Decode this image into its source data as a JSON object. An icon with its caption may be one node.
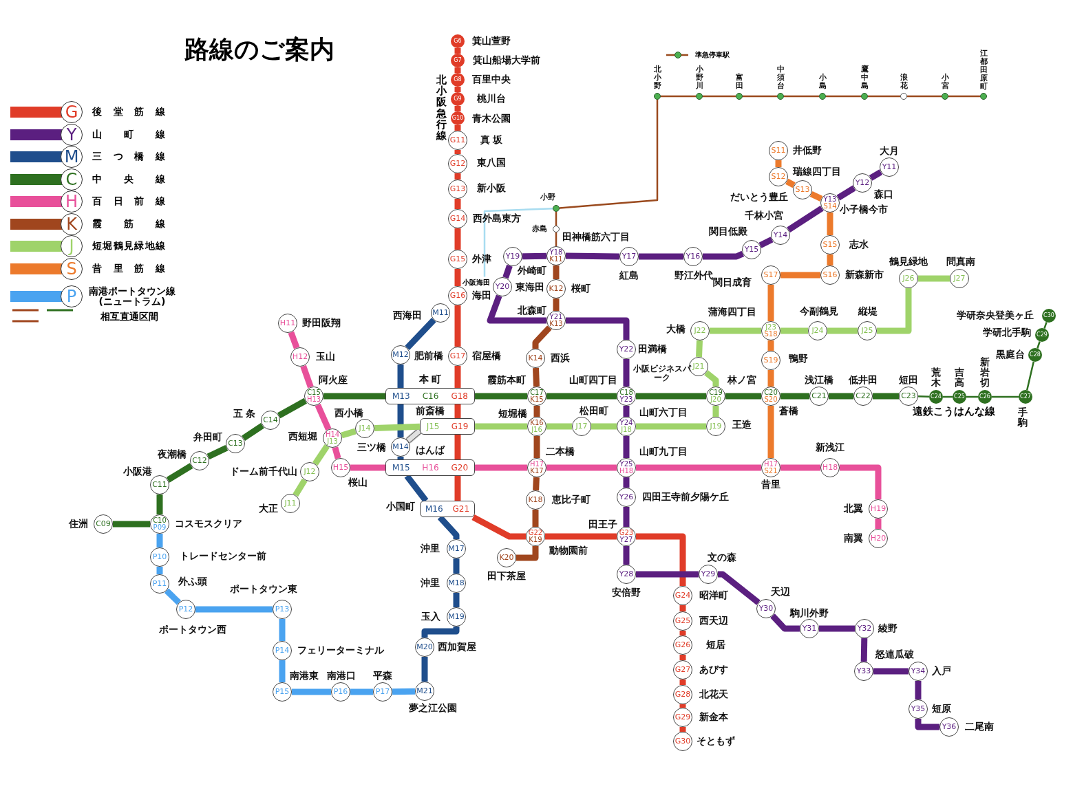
{
  "diagram": {
    "title": "路線のご案内",
    "nodes": [
      {
        "text": [
          "G6"
        ],
        "beside": [
          "箕山萱野"
        ]
      },
      {
        "text": [
          "G7"
        ],
        "beside": [
          "箕山船場大学前"
        ]
      },
      {
        "text": [
          "G8"
        ],
        "beside": [
          "百里中央"
        ]
      },
      {
        "text": [
          "G9"
        ],
        "beside": [
          "桃川台"
        ]
      },
      {
        "text": [
          "G10"
        ],
        "beside": [
          "青木公園"
        ]
      },
      {
        "text": [
          "G11"
        ],
        "beside": [
          "真 坂"
        ]
      },
      {
        "text": [
          "G12"
        ],
        "beside": [
          "東八国"
        ]
      },
      {
        "text": [
          "G13"
        ],
        "beside": [
          "新小阪"
        ]
      },
      {
        "text": [
          "G14"
        ],
        "beside": [
          "西外島東方"
        ]
      },
      {
        "text": [
          "G15"
        ],
        "beside": [
          "外津"
        ]
      },
      {
        "text": [
          "G16"
        ],
        "beside": [
          "海田"
        ]
      },
      {
        "text": [
          "G17"
        ],
        "beside": [
          "宿屋橋"
        ]
      },
      {
        "text": [
          "M13",
          "C16",
          "G18"
        ],
        "beside": [
          "本 町"
        ]
      },
      {
        "text": [
          "J15",
          "G19"
        ],
        "beside": [
          "前斎橋"
        ]
      },
      {
        "text": [
          "M15",
          "H16",
          "G20"
        ],
        "beside": [
          "はんば"
        ]
      },
      {
        "text": [
          "M16",
          "G21"
        ],
        "beside": [
          "小国町"
        ]
      },
      {
        "text": [
          "G22",
          "K19"
        ],
        "beside": [
          "動物園前"
        ]
      },
      {
        "text": [
          "G23",
          "Y27"
        ],
        "beside": [
          "田王子"
        ]
      },
      {
        "text": [
          "G24"
        ],
        "beside": [
          "昭洋町"
        ]
      },
      {
        "text": [
          "G25"
        ],
        "beside": [
          "西天辺"
        ]
      },
      {
        "text": [
          "G26"
        ],
        "beside": [
          "短居"
        ]
      },
      {
        "text": [
          "G27"
        ],
        "beside": [
          "あびす"
        ]
      },
      {
        "text": [
          "G28"
        ],
        "beside": [
          "北花天"
        ]
      },
      {
        "text": [
          "G29"
        ],
        "beside": [
          "新金本"
        ]
      },
      {
        "text": [
          "G30"
        ],
        "beside": [
          "そともず"
        ]
      },
      {
        "text": [
          "Y11"
        ],
        "beside": [
          "大月"
        ]
      },
      {
        "text": [
          "Y12"
        ],
        "beside": [
          "森口"
        ]
      },
      {
        "text": [
          "Y13",
          "S14"
        ],
        "beside": [
          "小子橋今市"
        ]
      },
      {
        "text": [
          "Y14"
        ],
        "beside": [
          "千林小宮"
        ]
      },
      {
        "text": [
          "Y15"
        ],
        "beside": [
          "関目低殿"
        ]
      },
      {
        "text": [
          "Y16"
        ],
        "beside": [
          "野江外代"
        ]
      },
      {
        "text": [
          "Y17"
        ],
        "beside": [
          "紅島"
        ]
      },
      {
        "text": [
          "Y18",
          "K11"
        ],
        "beside": [
          "田神橋筋六丁目"
        ]
      },
      {
        "text": [
          "Y19"
        ],
        "beside": [
          "外崎町"
        ]
      },
      {
        "text": [
          "Y20"
        ],
        "beside": [
          "東海田"
        ]
      },
      {
        "text": [
          "Y21",
          "K13"
        ],
        "beside": [
          "北森町"
        ]
      },
      {
        "text": [
          "Y22"
        ],
        "beside": [
          "田満橋"
        ]
      },
      {
        "text": [
          "C18",
          "Y23"
        ],
        "beside": [
          "山町四丁目"
        ]
      },
      {
        "text": [
          "Y24",
          "J18"
        ],
        "beside": [
          "山町六丁目"
        ]
      },
      {
        "text": [
          "Y25",
          "H18"
        ],
        "beside": [
          "山町九丁目"
        ]
      },
      {
        "text": [
          "Y26"
        ],
        "beside": [
          "四田王寺前夕陽ケ丘"
        ]
      },
      {
        "text": [
          "Y28"
        ],
        "beside": [
          "安倍野"
        ]
      },
      {
        "text": [
          "Y29"
        ],
        "beside": [
          "文の森"
        ]
      },
      {
        "text": [
          "Y30"
        ],
        "beside": [
          "天辺"
        ]
      },
      {
        "text": [
          "Y31"
        ],
        "beside": [
          "駒川外野"
        ]
      },
      {
        "text": [
          "Y32"
        ],
        "beside": [
          "綾野"
        ]
      },
      {
        "text": [
          "Y33"
        ],
        "beside": [
          "怒連瓜破"
        ]
      },
      {
        "text": [
          "Y34"
        ],
        "beside": [
          "入戸"
        ]
      },
      {
        "text": [
          "Y35"
        ],
        "beside": [
          "短原"
        ]
      },
      {
        "text": [
          "Y36"
        ],
        "beside": [
          "二尾南"
        ]
      },
      {
        "text": [
          "M11"
        ],
        "beside": [
          "西海田"
        ]
      },
      {
        "text": [
          "M12"
        ],
        "beside": [
          "肥前橋"
        ]
      },
      {
        "text": [
          "M14"
        ],
        "beside": [
          "三ツ橋"
        ]
      },
      {
        "text": [
          "M17"
        ],
        "beside": [
          "沖里"
        ]
      },
      {
        "text": [
          "M18"
        ],
        "beside": [
          "沖里"
        ]
      },
      {
        "text": [
          "M19"
        ],
        "beside": [
          "玉入"
        ]
      },
      {
        "text": [
          "M20"
        ],
        "beside": [
          "西加賀屋"
        ]
      },
      {
        "text": [
          "M21"
        ],
        "beside": [
          "夢之江公園"
        ]
      },
      {
        "text": [
          "C09"
        ],
        "beside": [
          "住洲"
        ]
      },
      {
        "text": [
          "C10",
          "P09"
        ],
        "beside": [
          "コスモスクリア"
        ]
      },
      {
        "text": [
          "C11"
        ],
        "beside": [
          "小阪港"
        ]
      },
      {
        "text": [
          "C12"
        ],
        "beside": [
          "夜潮橋"
        ]
      },
      {
        "text": [
          "C13"
        ],
        "beside": [
          "弁田町"
        ]
      },
      {
        "text": [
          "C14"
        ],
        "beside": [
          "五 条"
        ]
      },
      {
        "text": [
          "C15",
          "H13"
        ],
        "beside": [
          "阿火座"
        ]
      },
      {
        "text": [
          "C17",
          "K15"
        ],
        "beside": [
          "霞筋本町"
        ]
      },
      {
        "text": [
          "C19",
          "J20"
        ],
        "beside": [
          "林ノ宮"
        ]
      },
      {
        "text": [
          "C20",
          "S20"
        ],
        "beside": [
          "蒼橋"
        ]
      },
      {
        "text": [
          "C21"
        ],
        "beside": [
          "浅江橋"
        ]
      },
      {
        "text": [
          "C22"
        ],
        "beside": [
          "低井田"
        ]
      },
      {
        "text": [
          "C23"
        ],
        "beside": [
          "短田"
        ]
      },
      {
        "text": [
          "C24"
        ],
        "beside": [
          "荒木"
        ]
      },
      {
        "text": [
          "C25"
        ],
        "beside": [
          "吉高"
        ]
      },
      {
        "text": [
          "C26"
        ],
        "beside": [
          "新岩切"
        ]
      },
      {
        "text": [
          "C27"
        ],
        "beside": [
          "手駒"
        ]
      },
      {
        "text": [
          "C28"
        ],
        "beside": [
          "黒庭台"
        ]
      },
      {
        "text": [
          "C29"
        ],
        "beside": [
          "学研北手駒"
        ]
      },
      {
        "text": [
          "C30"
        ],
        "beside": [
          "学研奈央登美ヶ丘"
        ]
      },
      {
        "text": [
          "H11"
        ],
        "beside": [
          "野田阪翔"
        ]
      },
      {
        "text": [
          "H12"
        ],
        "beside": [
          "玉山"
        ]
      },
      {
        "text": [
          "H14",
          "J13"
        ],
        "beside": [
          "西短堀"
        ]
      },
      {
        "text": [
          "H15"
        ],
        "beside": [
          "桜山"
        ]
      },
      {
        "text": [
          "H17",
          "K17"
        ],
        "beside": [
          "二本橋"
        ]
      },
      {
        "text": [
          "H17",
          "S21"
        ],
        "beside": [
          "昔里"
        ]
      },
      {
        "text": [
          "H18"
        ],
        "beside": [
          "新浅江"
        ]
      },
      {
        "text": [
          "H19"
        ],
        "beside": [
          "北翼"
        ]
      },
      {
        "text": [
          "H20"
        ],
        "beside": [
          "南翼"
        ]
      },
      {
        "text": [
          "K12"
        ],
        "beside": [
          "桜町"
        ]
      },
      {
        "text": [
          "K14"
        ],
        "beside": [
          "西浜"
        ]
      },
      {
        "text": [
          "K16",
          "J16"
        ],
        "beside": [
          "短堀橋"
        ]
      },
      {
        "text": [
          "K18"
        ],
        "beside": [
          "恵比子町"
        ]
      },
      {
        "text": [
          "K20"
        ],
        "beside": [
          "田下茶屋"
        ]
      },
      {
        "text": [
          "J11"
        ],
        "beside": [
          "大正"
        ]
      },
      {
        "text": [
          "J12"
        ],
        "beside": [
          "ドーム前千代山"
        ]
      },
      {
        "text": [
          "J14"
        ],
        "beside": [
          "西小橋"
        ]
      },
      {
        "text": [
          "J17"
        ],
        "beside": [
          "松田町"
        ]
      },
      {
        "text": [
          "J19"
        ],
        "beside": [
          "王造"
        ]
      },
      {
        "text": [
          "J21"
        ],
        "beside": [
          "小阪ビジネスパーク"
        ]
      },
      {
        "text": [
          "J22"
        ],
        "beside": [
          "大橋"
        ]
      },
      {
        "text": [
          "J23",
          "S18"
        ],
        "beside": [
          "蒲海四丁目"
        ]
      },
      {
        "text": [
          "J24"
        ],
        "beside": [
          "今副鶴見"
        ]
      },
      {
        "text": [
          "J25"
        ],
        "beside": [
          "縦堤"
        ]
      },
      {
        "text": [
          "J26"
        ],
        "beside": [
          "鶴見緑地"
        ]
      },
      {
        "text": [
          "J27"
        ],
        "beside": [
          "問真南"
        ]
      },
      {
        "text": [
          "S11"
        ],
        "beside": [
          "井低野"
        ]
      },
      {
        "text": [
          "S12"
        ],
        "beside": [
          "瑞線四丁目"
        ]
      },
      {
        "text": [
          "S13"
        ],
        "beside": [
          "だいとう豊丘"
        ]
      },
      {
        "text": [
          "S15"
        ],
        "beside": [
          "志水"
        ]
      },
      {
        "text": [
          "S16"
        ],
        "beside": [
          "新森新市"
        ]
      },
      {
        "text": [
          "S17"
        ],
        "beside": [
          "関日成育"
        ]
      },
      {
        "text": [
          "S19"
        ],
        "beside": [
          "鴨野"
        ]
      },
      {
        "text": [
          "P10"
        ],
        "beside": [
          "トレードセンター前"
        ]
      },
      {
        "text": [
          "P11"
        ],
        "beside": [
          "外ふ頭"
        ]
      },
      {
        "text": [
          "P12"
        ],
        "beside": [
          "ポートタウン西"
        ]
      },
      {
        "text": [
          "P13"
        ],
        "beside": [
          "ポートタウン東"
        ]
      },
      {
        "text": [
          "P14"
        ],
        "beside": [
          "フェリーターミナル"
        ]
      },
      {
        "text": [
          "P15"
        ],
        "beside": [
          "南港東"
        ]
      },
      {
        "text": [
          "P16"
        ],
        "beside": [
          "南港口"
        ]
      },
      {
        "text": [
          "P17"
        ],
        "beside": [
          "平森"
        ]
      },
      {
        "text": [],
        "shape": "circle",
        "beside": [
          "赤島"
        ]
      },
      {
        "text": [],
        "shape": "circle",
        "beside": [
          "小野"
        ]
      },
      {
        "text": [],
        "shape": "circle",
        "beside": [
          "北小野"
        ]
      },
      {
        "text": [],
        "shape": "circle",
        "beside": [
          "小野川"
        ]
      },
      {
        "text": [],
        "shape": "circle",
        "beside": [
          "富田"
        ]
      },
      {
        "text": [],
        "shape": "circle",
        "beside": [
          "中須台"
        ]
      },
      {
        "text": [],
        "shape": "circle",
        "beside": [
          "小島"
        ]
      },
      {
        "text": [],
        "shape": "circle",
        "beside": [
          "鷹中島"
        ]
      },
      {
        "text": [],
        "shape": "circle",
        "beside": [
          "浪花"
        ]
      },
      {
        "text": [],
        "shape": "circle",
        "beside": [
          "小宮"
        ]
      },
      {
        "text": [],
        "shape": "circle",
        "beside": [
          "江都田原町"
        ]
      },
      {
        "text": [
          "小阪海田"
        ]
      }
    ],
    "edges": [
      {
        "from": 0,
        "to": 1,
        "arrow": "none",
        "color": "#e03c28"
      },
      {
        "from": 1,
        "to": 2,
        "arrow": "none",
        "color": "#e03c28"
      },
      {
        "from": 2,
        "to": 3,
        "arrow": "none",
        "color": "#e03c28"
      },
      {
        "from": 3,
        "to": 4,
        "arrow": "none",
        "color": "#e03c28"
      },
      {
        "from": 4,
        "to": 5,
        "arrow": "none",
        "color": "#e03c28"
      },
      {
        "from": 5,
        "to": 6,
        "arrow": "none",
        "color": "#e03c28"
      },
      {
        "from": 6,
        "to": 7,
        "arrow": "none",
        "color": "#e03c28"
      },
      {
        "from": 7,
        "to": 8,
        "arrow": "none",
        "color": "#e03c28"
      },
      {
        "from": 8,
        "to": 9,
        "arrow": "none",
        "color": "#e03c28"
      },
      {
        "from": 9,
        "to": 10,
        "arrow": "none",
        "color": "#e03c28"
      },
      {
        "from": 10,
        "to": 11,
        "arrow": "none",
        "color": "#e03c28"
      },
      {
        "from": 11,
        "to": 12,
        "arrow": "none",
        "color": "#e03c28"
      },
      {
        "from": 12,
        "to": 13,
        "arrow": "none",
        "color": "#e03c28"
      },
      {
        "from": 13,
        "to": 14,
        "arrow": "none",
        "color": "#e03c28"
      },
      {
        "from": 14,
        "to": 15,
        "arrow": "none",
        "color": "#e03c28"
      },
      {
        "from": 15,
        "to": 16,
        "arrow": "none",
        "color": "#e03c28"
      },
      {
        "from": 16,
        "to": 17,
        "arrow": "none",
        "color": "#e03c28"
      },
      {
        "from": 17,
        "to": 18,
        "arrow": "none",
        "color": "#e03c28"
      },
      {
        "from": 18,
        "to": 19,
        "arrow": "none",
        "color": "#e03c28"
      },
      {
        "from": 19,
        "to": 20,
        "arrow": "none",
        "color": "#e03c28"
      },
      {
        "from": 20,
        "to": 21,
        "arrow": "none",
        "color": "#e03c28"
      },
      {
        "from": 21,
        "to": 22,
        "arrow": "none",
        "color": "#e03c28"
      },
      {
        "from": 22,
        "to": 23,
        "arrow": "none",
        "color": "#e03c28"
      },
      {
        "from": 23,
        "to": 24,
        "arrow": "none",
        "color": "#e03c28"
      },
      {
        "from": 25,
        "to": 26,
        "arrow": "none",
        "color": "#5b1f80"
      },
      {
        "from": 26,
        "to": 27,
        "arrow": "none",
        "color": "#5b1f80"
      },
      {
        "from": 27,
        "to": 28,
        "arrow": "none",
        "color": "#5b1f80"
      },
      {
        "from": 28,
        "to": 29,
        "arrow": "none",
        "color": "#5b1f80"
      },
      {
        "from": 29,
        "to": 30,
        "arrow": "none",
        "color": "#5b1f80"
      },
      {
        "from": 30,
        "to": 31,
        "arrow": "none",
        "color": "#5b1f80"
      },
      {
        "from": 31,
        "to": 32,
        "arrow": "none",
        "color": "#5b1f80"
      },
      {
        "from": 32,
        "to": 33,
        "arrow": "none",
        "color": "#5b1f80"
      },
      {
        "from": 33,
        "to": 34,
        "arrow": "none",
        "color": "#5b1f80"
      },
      {
        "from": 34,
        "to": 35,
        "arrow": "none",
        "color": "#5b1f80"
      },
      {
        "from": 35,
        "to": 36,
        "arrow": "none",
        "color": "#5b1f80"
      },
      {
        "from": 36,
        "to": 37,
        "arrow": "none",
        "color": "#5b1f80"
      },
      {
        "from": 37,
        "to": 38,
        "arrow": "none",
        "color": "#5b1f80"
      },
      {
        "from": 38,
        "to": 39,
        "arrow": "none",
        "color": "#5b1f80"
      },
      {
        "from": 39,
        "to": 40,
        "arrow": "none",
        "color": "#5b1f80"
      },
      {
        "from": 40,
        "to": 17,
        "arrow": "none",
        "color": "#5b1f80"
      },
      {
        "from": 17,
        "to": 41,
        "arrow": "none",
        "color": "#5b1f80"
      },
      {
        "from": 41,
        "to": 42,
        "arrow": "none",
        "color": "#5b1f80"
      },
      {
        "from": 42,
        "to": 43,
        "arrow": "none",
        "color": "#5b1f80"
      },
      {
        "from": 43,
        "to": 44,
        "arrow": "none",
        "color": "#5b1f80"
      },
      {
        "from": 44,
        "to": 45,
        "arrow": "none",
        "color": "#5b1f80"
      },
      {
        "from": 45,
        "to": 46,
        "arrow": "none",
        "color": "#5b1f80"
      },
      {
        "from": 46,
        "to": 47,
        "arrow": "none",
        "color": "#5b1f80"
      },
      {
        "from": 47,
        "to": 48,
        "arrow": "none",
        "color": "#5b1f80"
      },
      {
        "from": 48,
        "to": 49,
        "arrow": "none",
        "color": "#5b1f80"
      },
      {
        "from": 50,
        "to": 51,
        "arrow": "none",
        "color": "#1f4e8c"
      },
      {
        "from": 51,
        "to": 12,
        "arrow": "none",
        "color": "#1f4e8c"
      },
      {
        "from": 12,
        "to": 52,
        "arrow": "none",
        "color": "#1f4e8c"
      },
      {
        "from": 52,
        "to": 14,
        "arrow": "none",
        "color": "#1f4e8c"
      },
      {
        "from": 14,
        "to": 15,
        "arrow": "none",
        "color": "#1f4e8c"
      },
      {
        "from": 15,
        "to": 53,
        "arrow": "none",
        "color": "#1f4e8c"
      },
      {
        "from": 53,
        "to": 54,
        "arrow": "none",
        "color": "#1f4e8c"
      },
      {
        "from": 54,
        "to": 55,
        "arrow": "none",
        "color": "#1f4e8c"
      },
      {
        "from": 55,
        "to": 56,
        "arrow": "none",
        "color": "#1f4e8c"
      },
      {
        "from": 56,
        "to": 57,
        "arrow": "none",
        "color": "#1f4e8c"
      },
      {
        "from": 52,
        "to": 13,
        "arrow": "none",
        "color": "#e0e0e0"
      },
      {
        "from": 58,
        "to": 59,
        "arrow": "none",
        "color": "#2e7020"
      },
      {
        "from": 59,
        "to": 60,
        "arrow": "none",
        "color": "#2e7020"
      },
      {
        "from": 60,
        "to": 61,
        "arrow": "none",
        "color": "#2e7020"
      },
      {
        "from": 61,
        "to": 62,
        "arrow": "none",
        "color": "#2e7020"
      },
      {
        "from": 62,
        "to": 63,
        "arrow": "none",
        "color": "#2e7020"
      },
      {
        "from": 63,
        "to": 64,
        "arrow": "none",
        "color": "#2e7020"
      },
      {
        "from": 64,
        "to": 12,
        "arrow": "none",
        "color": "#2e7020"
      },
      {
        "from": 12,
        "to": 65,
        "arrow": "none",
        "color": "#2e7020"
      },
      {
        "from": 65,
        "to": 37,
        "arrow": "none",
        "color": "#2e7020"
      },
      {
        "from": 37,
        "to": 66,
        "arrow": "none",
        "color": "#2e7020"
      },
      {
        "from": 66,
        "to": 67,
        "arrow": "none",
        "color": "#2e7020"
      },
      {
        "from": 67,
        "to": 68,
        "arrow": "none",
        "color": "#2e7020"
      },
      {
        "from": 68,
        "to": 69,
        "arrow": "none",
        "color": "#2e7020"
      },
      {
        "from": 69,
        "to": 70,
        "arrow": "none",
        "color": "#2e7020"
      },
      {
        "from": 70,
        "to": 71,
        "arrow": "none",
        "color": "#2e7020"
      },
      {
        "from": 71,
        "to": 72,
        "arrow": "none",
        "color": "#2e7020"
      },
      {
        "from": 72,
        "to": 73,
        "arrow": "none",
        "color": "#2e7020"
      },
      {
        "from": 73,
        "to": 74,
        "arrow": "none",
        "color": "#2e7020"
      },
      {
        "from": 74,
        "to": 75,
        "arrow": "none",
        "color": "#2e7020"
      },
      {
        "from": 75,
        "to": 76,
        "arrow": "none",
        "color": "#2e7020"
      },
      {
        "from": 76,
        "to": 77,
        "arrow": "none",
        "color": "#2e7020"
      },
      {
        "from": 78,
        "to": 79,
        "arrow": "none",
        "color": "#e8509a"
      },
      {
        "from": 79,
        "to": 64,
        "arrow": "none",
        "color": "#e8509a"
      },
      {
        "from": 64,
        "to": 80,
        "arrow": "none",
        "color": "#e8509a"
      },
      {
        "from": 80,
        "to": 81,
        "arrow": "none",
        "color": "#e8509a"
      },
      {
        "from": 81,
        "to": 14,
        "arrow": "none",
        "color": "#e8509a"
      },
      {
        "from": 14,
        "to": 82,
        "arrow": "none",
        "color": "#e8509a"
      },
      {
        "from": 82,
        "to": 39,
        "arrow": "none",
        "color": "#e8509a"
      },
      {
        "from": 39,
        "to": 83,
        "arrow": "none",
        "color": "#e8509a"
      },
      {
        "from": 83,
        "to": 84,
        "arrow": "none",
        "color": "#e8509a"
      },
      {
        "from": 84,
        "to": 85,
        "arrow": "none",
        "color": "#e8509a"
      },
      {
        "from": 85,
        "to": 86,
        "arrow": "none",
        "color": "#e8509a"
      },
      {
        "from": 32,
        "to": 87,
        "arrow": "none",
        "color": "#a0461e"
      },
      {
        "from": 87,
        "to": 35,
        "arrow": "none",
        "color": "#a0461e"
      },
      {
        "from": 35,
        "to": 88,
        "arrow": "none",
        "color": "#a0461e"
      },
      {
        "from": 88,
        "to": 65,
        "arrow": "none",
        "color": "#a0461e"
      },
      {
        "from": 65,
        "to": 89,
        "arrow": "none",
        "color": "#a0461e"
      },
      {
        "from": 89,
        "to": 82,
        "arrow": "none",
        "color": "#a0461e"
      },
      {
        "from": 82,
        "to": 90,
        "arrow": "none",
        "color": "#a0461e"
      },
      {
        "from": 90,
        "to": 16,
        "arrow": "none",
        "color": "#a0461e"
      },
      {
        "from": 16,
        "to": 91,
        "arrow": "none",
        "color": "#a0461e"
      },
      {
        "from": 92,
        "to": 93,
        "arrow": "none",
        "color": "#9fd36a"
      },
      {
        "from": 93,
        "to": 80,
        "arrow": "none",
        "color": "#9fd36a"
      },
      {
        "from": 80,
        "to": 94,
        "arrow": "none",
        "color": "#9fd36a"
      },
      {
        "from": 94,
        "to": 13,
        "arrow": "none",
        "color": "#9fd36a"
      },
      {
        "from": 13,
        "to": 89,
        "arrow": "none",
        "color": "#9fd36a"
      },
      {
        "from": 89,
        "to": 95,
        "arrow": "none",
        "color": "#9fd36a"
      },
      {
        "from": 95,
        "to": 38,
        "arrow": "none",
        "color": "#9fd36a"
      },
      {
        "from": 38,
        "to": 96,
        "arrow": "none",
        "color": "#9fd36a"
      },
      {
        "from": 96,
        "to": 66,
        "arrow": "none",
        "color": "#9fd36a"
      },
      {
        "from": 66,
        "to": 97,
        "arrow": "none",
        "color": "#9fd36a"
      },
      {
        "from": 97,
        "to": 98,
        "arrow": "none",
        "color": "#9fd36a"
      },
      {
        "from": 98,
        "to": 99,
        "arrow": "none",
        "color": "#9fd36a"
      },
      {
        "from": 99,
        "to": 100,
        "arrow": "none",
        "color": "#9fd36a"
      },
      {
        "from": 100,
        "to": 101,
        "arrow": "none",
        "color": "#9fd36a"
      },
      {
        "from": 101,
        "to": 102,
        "arrow": "none",
        "color": "#9fd36a"
      },
      {
        "from": 102,
        "to": 103,
        "arrow": "none",
        "color": "#9fd36a"
      },
      {
        "from": 104,
        "to": 105,
        "arrow": "none",
        "color": "#ec7a2c"
      },
      {
        "from": 105,
        "to": 106,
        "arrow": "none",
        "color": "#ec7a2c"
      },
      {
        "from": 106,
        "to": 27,
        "arrow": "none",
        "color": "#ec7a2c"
      },
      {
        "from": 27,
        "to": 107,
        "arrow": "none",
        "color": "#ec7a2c"
      },
      {
        "from": 107,
        "to": 108,
        "arrow": "none",
        "color": "#ec7a2c"
      },
      {
        "from": 108,
        "to": 109,
        "arrow": "none",
        "color": "#ec7a2c"
      },
      {
        "from": 109,
        "to": 99,
        "arrow": "none",
        "color": "#ec7a2c"
      },
      {
        "from": 99,
        "to": 110,
        "arrow": "none",
        "color": "#ec7a2c"
      },
      {
        "from": 110,
        "to": 67,
        "arrow": "none",
        "color": "#ec7a2c"
      },
      {
        "from": 67,
        "to": 83,
        "arrow": "none",
        "color": "#ec7a2c"
      },
      {
        "from": 59,
        "to": 111,
        "arrow": "none",
        "color": "#4aa3f0"
      },
      {
        "from": 111,
        "to": 112,
        "arrow": "none",
        "color": "#4aa3f0"
      },
      {
        "from": 112,
        "to": 113,
        "arrow": "none",
        "color": "#4aa3f0"
      },
      {
        "from": 113,
        "to": 114,
        "arrow": "none",
        "color": "#4aa3f0"
      },
      {
        "from": 114,
        "to": 115,
        "arrow": "none",
        "color": "#4aa3f0"
      },
      {
        "from": 115,
        "to": 116,
        "arrow": "none",
        "color": "#4aa3f0"
      },
      {
        "from": 116,
        "to": 117,
        "arrow": "none",
        "color": "#4aa3f0"
      },
      {
        "from": 117,
        "to": 118,
        "arrow": "none",
        "color": "#4aa3f0"
      },
      {
        "from": 118,
        "to": 57,
        "arrow": "none",
        "color": "#4aa3f0"
      },
      {
        "from": 32,
        "to": 119,
        "arrow": "none",
        "color": "#9a4a1e"
      },
      {
        "from": 119,
        "to": 120,
        "arrow": "none",
        "color": "#9a4a1e"
      },
      {
        "from": 120,
        "to": 121,
        "arrow": "none",
        "color": "#9a4a1e"
      },
      {
        "from": 121,
        "to": 122,
        "arrow": "none",
        "color": "#9a4a1e"
      },
      {
        "from": 122,
        "to": 123,
        "arrow": "none",
        "color": "#9a4a1e"
      },
      {
        "from": 123,
        "to": 124,
        "arrow": "none",
        "color": "#9a4a1e"
      },
      {
        "from": 124,
        "to": 125,
        "arrow": "none",
        "color": "#9a4a1e"
      },
      {
        "from": 125,
        "to": 126,
        "arrow": "none",
        "color": "#9a4a1e"
      },
      {
        "from": 126,
        "to": 127,
        "arrow": "none",
        "color": "#9a4a1e"
      },
      {
        "from": 127,
        "to": 128,
        "arrow": "none",
        "color": "#9a4a1e"
      },
      {
        "from": 128,
        "to": 129,
        "arrow": "none",
        "color": "#9a4a1e"
      },
      {
        "from": 120,
        "to": 130,
        "arrow": "none",
        "color": "#a8dcf0"
      }
    ],
    "labels": [
      "G",
      "Y",
      "M",
      "C",
      "H",
      "K",
      "J",
      "S",
      "P",
      "北小阪急行線",
      "遠鉄こうはんな線"
    ],
    "legend": [
      {
        "text": "後堂筋線",
        "color": "#e03c28"
      },
      {
        "text": "山町線",
        "color": "#5b1f80"
      },
      {
        "text": "三つ橋線",
        "color": "#1f4e8c"
      },
      {
        "text": "中央線",
        "color": "#2e7020"
      },
      {
        "text": "百日前線",
        "color": "#e8509a"
      },
      {
        "text": "霞筋線",
        "color": "#a0461e"
      },
      {
        "text": "短堀鶴見緑地線",
        "color": "#9fd36a"
      },
      {
        "text": "昔里筋線",
        "color": "#ec7a2c"
      },
      {
        "text": "南港ポートタウン線 (ニュートラム)",
        "color": "#4aa3f0"
      },
      {
        "text": "相互直通区間"
      },
      {
        "text": "準急停車駅"
      }
    ]
  }
}
